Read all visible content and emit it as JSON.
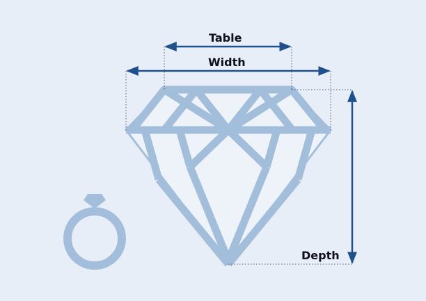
{
  "labels": {
    "table": "Table",
    "width": "Width",
    "depth": "Depth"
  },
  "colors": {
    "background": "#e8eef7",
    "diamond_fill": "#eef3fa",
    "facet_stroke": "#a3bedb",
    "arrow": "#1f4f8c",
    "guide_dotted": "#4a5a78",
    "text": "#0f0f1e"
  },
  "icons": [
    "diamond-icon",
    "ring-icon"
  ]
}
